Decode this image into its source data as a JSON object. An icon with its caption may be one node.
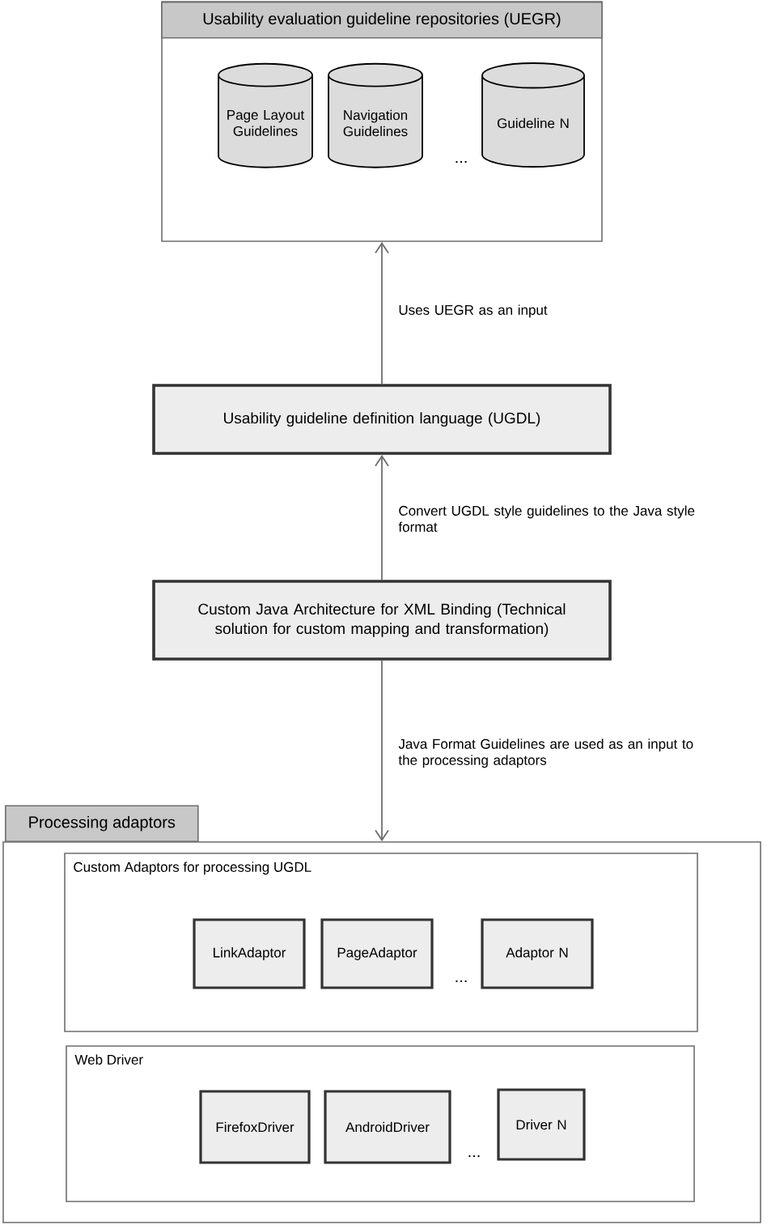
{
  "diagram": {
    "nodes": [
      {
        "text": [
          "Usability evaluation guideline repositories (UEGR)"
        ]
      },
      {
        "text": [
          "Page Layout Guidelines"
        ],
        "in": 0
      },
      {
        "text": [
          "Navigation Guidelines"
        ],
        "in": 0
      },
      {
        "text": [
          "Guideline N"
        ],
        "in": 0
      },
      {
        "text": [
          "Usability guideline definition language (UGDL)"
        ]
      },
      {
        "text": [
          "Custom Java Architecture for XML Binding (Technical solution for custom mapping and transformation)"
        ]
      },
      {
        "text": [
          "Processing adaptors"
        ]
      },
      {
        "text": [
          "Custom Adaptors for processing UGDL"
        ],
        "in": 6
      },
      {
        "text": [
          "LinkAdaptor"
        ],
        "in": 7
      },
      {
        "text": [
          "PageAdaptor"
        ],
        "in": 7
      },
      {
        "text": [
          "Adaptor N"
        ],
        "in": 7
      },
      {
        "text": [
          "Web Driver"
        ],
        "in": 6
      },
      {
        "text": [
          "FirefoxDriver"
        ],
        "in": 11
      },
      {
        "text": [
          "AndroidDriver"
        ],
        "in": 11
      },
      {
        "text": [
          "Driver N"
        ],
        "in": 11
      }
    ],
    "edges": [
      {
        "from": 4,
        "to": 0,
        "arrow": "to",
        "label": "Uses UEGR as an input"
      },
      {
        "from": 5,
        "to": 4,
        "arrow": "to",
        "label": "Convert UGDL style guidelines to the Java style format"
      },
      {
        "from": 5,
        "to": 6,
        "arrow": "to",
        "label": "Java Format Guidelines are used as an input to the processing adaptors"
      }
    ],
    "labels": [
      "...",
      "...",
      "..."
    ]
  }
}
